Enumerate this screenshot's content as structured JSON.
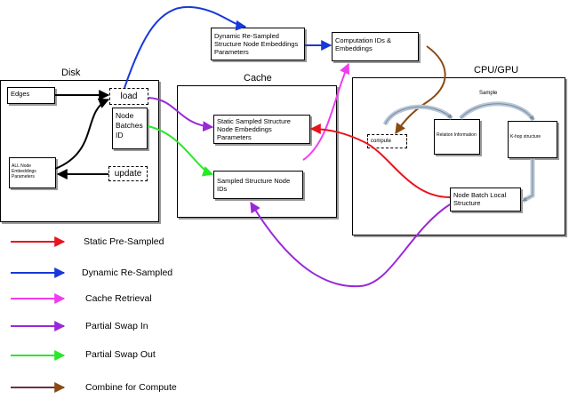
{
  "disk": {
    "title": "Disk",
    "edges": "Edges",
    "load": "load",
    "node_batches_id": "Node Batches ID",
    "all_node_embeddings": "ALL Node Embeddings Parameters",
    "update": "update"
  },
  "top": {
    "dynamic_resampled": "Dynamic Re-Sampled Structure Node Embeddings Parameters",
    "computation_ids": "Computation IDs & Embeddings"
  },
  "cache": {
    "title": "Cache",
    "static_sampled": "Static Sampled Structure Node Embeddings Parameters",
    "sampled_structure": "Sampled Structure Node IDs"
  },
  "cpu": {
    "title": "CPU/GPU",
    "sample": "Sample",
    "compute": "compute",
    "relation_information": "Relation Information",
    "k_hop_structure": "K-hop structure",
    "node_batch_local": "Node Batch Local Structure"
  },
  "legend": [
    {
      "label": "Static Pre-Sampled",
      "color": "#e8141e"
    },
    {
      "label": "Dynamic Re-Sampled",
      "color": "#1838d8"
    },
    {
      "label": "Cache Retrieval",
      "color": "#f03cf0"
    },
    {
      "label": "Partial Swap In",
      "color": "#9a28d8"
    },
    {
      "label": "Partial Swap Out",
      "color": "#28e828"
    },
    {
      "label": "Combine for Compute",
      "color": "#6a3048"
    }
  ],
  "colors": {
    "black": "#000000",
    "brown": "#8a4a14",
    "gray_arrow": "#b8c8d8"
  }
}
